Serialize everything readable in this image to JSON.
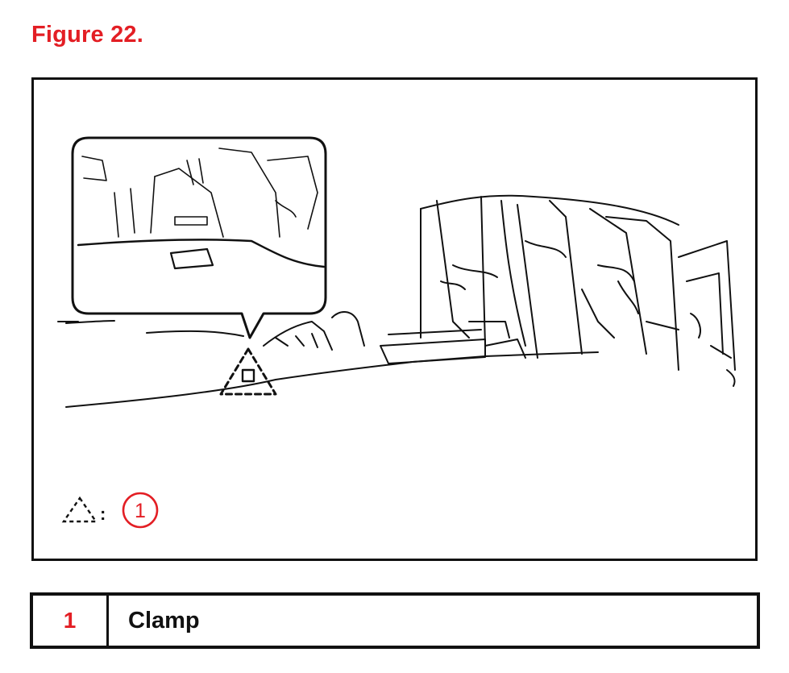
{
  "figure": {
    "title": "Figure 22."
  },
  "illustration": {
    "key_separator": ":",
    "callout_number": "1"
  },
  "legend": {
    "rows": [
      {
        "number": "1",
        "label": "Clamp"
      }
    ]
  },
  "colors": {
    "accent": "#e31e24",
    "line": "#111111"
  }
}
